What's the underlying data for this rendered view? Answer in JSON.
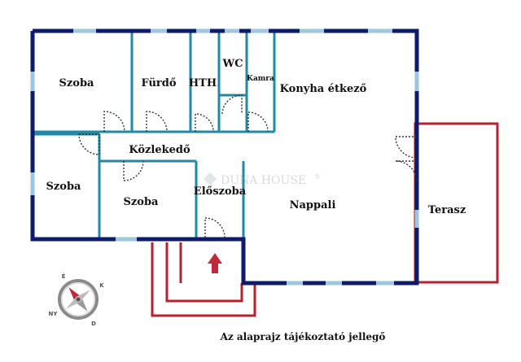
{
  "rooms": {
    "szoba_1": "Szoba",
    "furdo": "Fürdő",
    "hth": "HTH",
    "wc": "WC",
    "kamra": "Kamra",
    "konyha": "Konyha étkező",
    "kozlekedo": "Közlekedő",
    "szoba_2": "Szoba",
    "szoba_3": "Szoba",
    "eloszoba": "Előszoba",
    "nappali": "Nappali",
    "terasz": "Terasz"
  },
  "watermark": {
    "brand": "DUNA HOUSE",
    "mark": "®"
  },
  "compass": {
    "e": "É",
    "k": "K",
    "d": "D",
    "ny": "NY"
  },
  "note": "Az alaprajz tájékoztató jellegő",
  "colors": {
    "wall": "#0d1a6e",
    "partition": "#1f8aa6",
    "window": "#9cc7dc",
    "terrace": "#b7202c",
    "arrow": "#c0283c",
    "door": "#333333"
  }
}
